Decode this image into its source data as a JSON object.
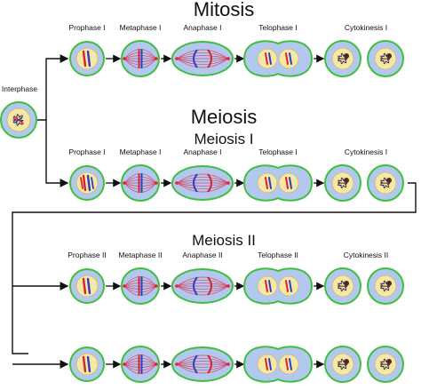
{
  "titles": {
    "mitosis": "Mitosis",
    "meiosis": "Meiosis",
    "meiosis_one": "Meiosis I",
    "meiosis_two": "Meiosis II"
  },
  "interphase": {
    "label": "Interphase"
  },
  "rows": [
    {
      "id": "mitosis",
      "labels": [
        "Prophase I",
        "Metaphase I",
        "Anaphase I",
        "Telophase I",
        "Cytokinesis I"
      ]
    },
    {
      "id": "meiosis-1",
      "labels": [
        "Prophase I",
        "Metaphase I",
        "Anaphase I",
        "Telophase I",
        "Cytokinesis I"
      ]
    },
    {
      "id": "meiosis-2a",
      "labels": [
        "Prophase II",
        "Metaphase II",
        "Anaphase II",
        "Telophase II",
        "Cytokinesis II"
      ]
    },
    {
      "id": "meiosis-2b",
      "labels": []
    }
  ],
  "colors": {
    "cell_fill": "#b3c8ef",
    "cell_border": "#3fbf3f",
    "nucleus_fill": "#f6e7a6",
    "chromosome_red": "#d9242b",
    "chromosome_blue": "#2b3fc4",
    "chromosome_dark": "#3a2a3a",
    "spindle": "#d94a6a",
    "arrow": "#111111"
  }
}
